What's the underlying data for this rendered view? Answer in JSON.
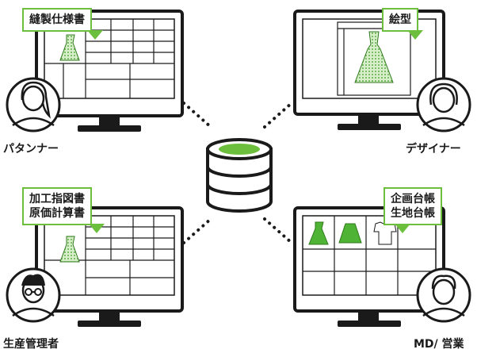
{
  "roles": {
    "patterner": {
      "label": "パタンナー",
      "document": "縫製仕様書"
    },
    "designer": {
      "label": "デザイナー",
      "document": "絵型"
    },
    "production": {
      "label": "生産管理者",
      "document_lines": [
        "加工指図書",
        "原価計算書"
      ]
    },
    "md_sales": {
      "label": "MD/ 営業",
      "document_lines": [
        "企画台帳",
        "生地台帳"
      ]
    }
  },
  "colors": {
    "accent_green": "#6cbf3c",
    "line": "#1a1a1a",
    "dress_fill": "#d6efc8"
  }
}
